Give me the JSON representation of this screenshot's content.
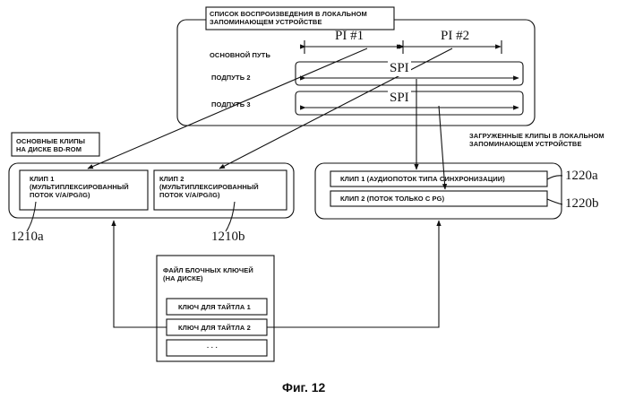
{
  "playlist": {
    "title_line1": "СПИСОК ВОСПРОИЗВЕДЕНИЯ В ЛОКАЛЬНОМ",
    "title_line2": "ЗАПОМИНАЮЩЕМ УСТРОЙСТВЕ",
    "main_path_label": "ОСНОВНОЙ ПУТЬ",
    "subpath2_label": "ПОДПУТЬ 2",
    "subpath3_label": "ПОДПУТЬ 3",
    "pi1": "PI #1",
    "pi2": "PI #2",
    "spi": "SPI"
  },
  "bd_rom": {
    "title_line1": "ОСНОВНЫЕ КЛИПЫ",
    "title_line2": "НА ДИСКЕ BD-ROM",
    "clip1": [
      "КЛИП 1",
      "(МУЛЬТИПЛЕКСИРОВАННЫЙ",
      "ПОТОК V/A/PG/IG)"
    ],
    "clip2": [
      "КЛИП 2",
      "(МУЛЬТИПЛЕКСИРОВАННЫЙ",
      "ПОТОК V/A/PG/IG)"
    ],
    "ref_a": "1210a",
    "ref_b": "1210b"
  },
  "local": {
    "title_line1": "ЗАГРУЖЕННЫЕ КЛИПЫ В ЛОКАЛЬНОМ",
    "title_line2": "ЗАПОМИНАЮЩЕМ УСТРОЙСТВЕ",
    "clip1": "КЛИП 1 (АУДИОПОТОК ТИПА СИНХРОНИЗАЦИИ)",
    "clip2": "КЛИП 2 (ПОТОК ТОЛЬКО С PG)",
    "ref_a": "1220a",
    "ref_b": "1220b"
  },
  "keyfile": {
    "title_line1": "ФАЙЛ БЛОЧНЫХ КЛЮЧЕЙ",
    "title_line2": "(НА ДИСКЕ)",
    "key1": "КЛЮЧ ДЛЯ ТАЙТЛА  1",
    "key2": "КЛЮЧ ДЛЯ ТАЙТЛА  2",
    "more": "· · ·"
  },
  "caption": "Фиг. 12"
}
